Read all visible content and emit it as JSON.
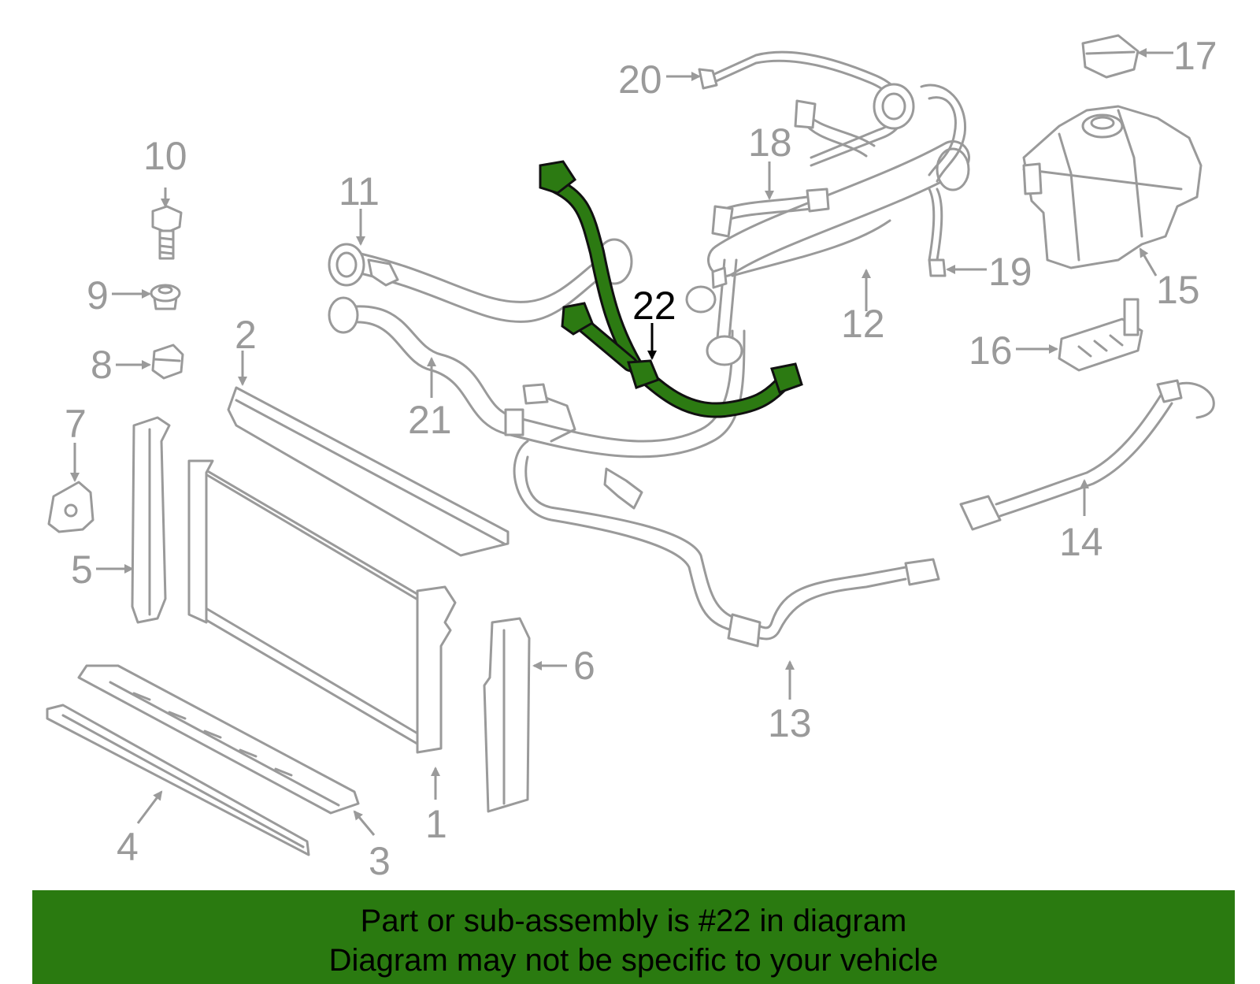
{
  "diagram": {
    "highlighted_callout": "22",
    "callouts": [
      "1",
      "2",
      "3",
      "4",
      "5",
      "6",
      "7",
      "8",
      "9",
      "10",
      "11",
      "12",
      "13",
      "14",
      "15",
      "16",
      "17",
      "18",
      "19",
      "20",
      "21",
      "22"
    ],
    "colors": {
      "highlight": "#2c7a12",
      "parts": "#9a9a9a",
      "banner": "#2a7a10"
    }
  },
  "banner": {
    "line1": "Part or sub-assembly is #22 in diagram",
    "line2": "Diagram may not be specific to your vehicle"
  }
}
